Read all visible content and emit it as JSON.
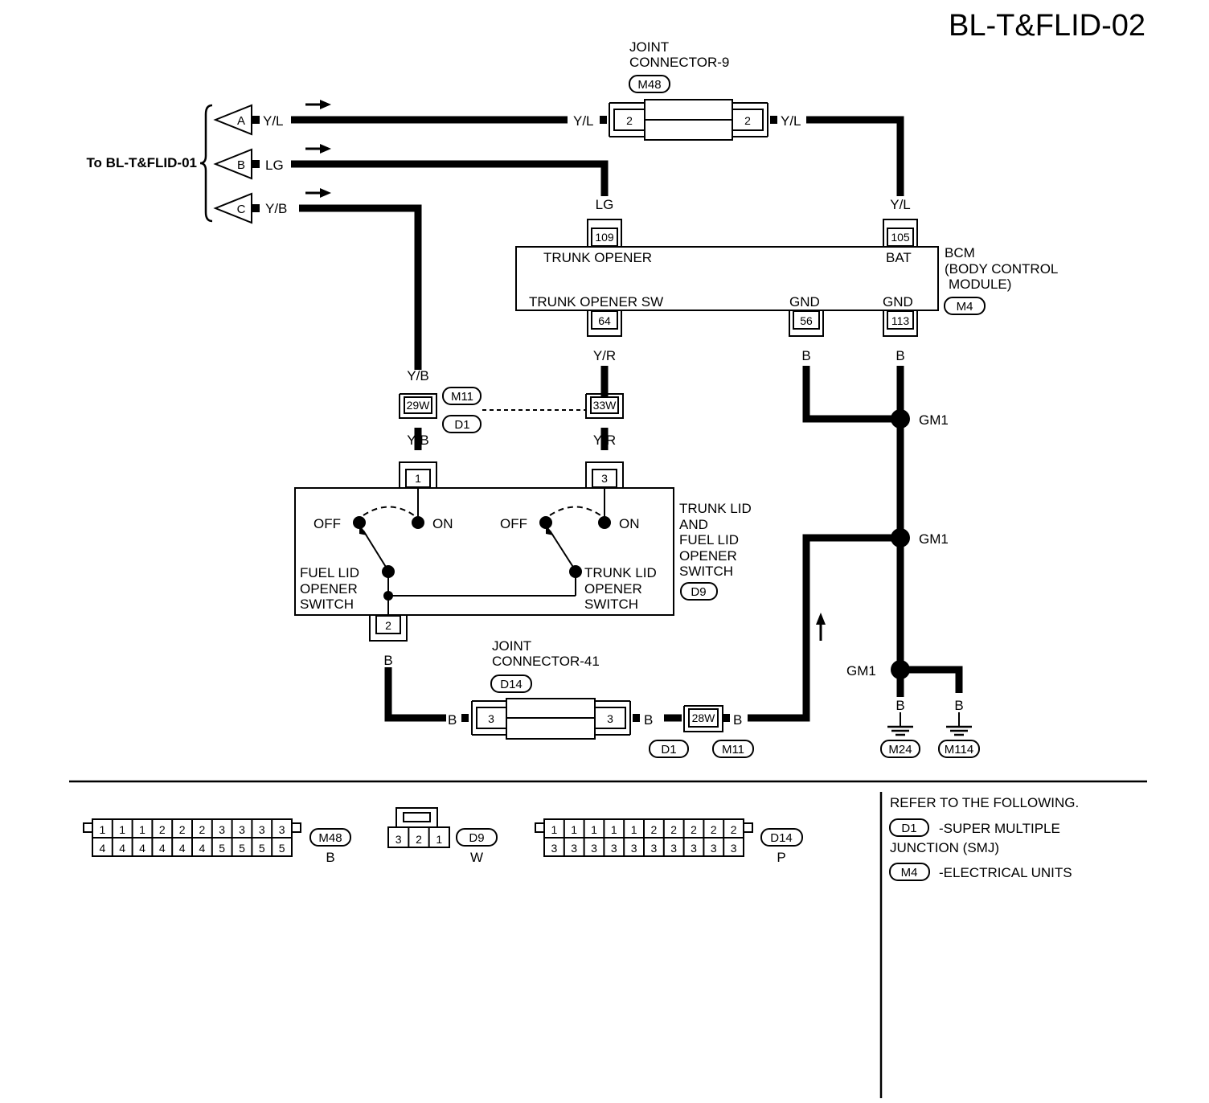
{
  "title": "BL-T&FLID-02",
  "to_label": "To BL-T&FLID-01",
  "terminals": [
    {
      "letter": "A",
      "color": "Y/L"
    },
    {
      "letter": "B",
      "color": "LG"
    },
    {
      "letter": "C",
      "color": "Y/B"
    }
  ],
  "joint9": {
    "name_l1": "JOINT",
    "name_l2": "CONNECTOR-9",
    "code": "M48",
    "pin_left": "2",
    "pin_right": "2",
    "wire_in": "Y/L",
    "wire_out": "Y/L"
  },
  "bcm": {
    "name_l1": "BCM",
    "name_l2": "(BODY CONTROL",
    "name_l3": "MODULE)",
    "code": "M4",
    "trunk_opener": "TRUNK OPENER",
    "bat": "BAT",
    "trunk_opener_sw": "TRUNK OPENER SW",
    "gnd": "GND",
    "pin_109": "109",
    "pin_105": "105",
    "pin_64": "64",
    "pin_56": "56",
    "pin_113": "113"
  },
  "wires": {
    "lg": "LG",
    "yl": "Y/L",
    "yb": "Y/B",
    "yr": "Y/R",
    "b": "B"
  },
  "smj": {
    "pin_left": "29W",
    "pin_right": "33W",
    "code_top": "M11",
    "code_bottom": "D1"
  },
  "switch": {
    "name": [
      "TRUNK LID",
      "AND",
      "FUEL LID",
      "OPENER",
      "SWITCH"
    ],
    "code": "D9",
    "pin1": "1",
    "pin3": "3",
    "pin2": "2",
    "off": "OFF",
    "on": "ON",
    "fuel_label": [
      "FUEL LID",
      "OPENER",
      "SWITCH"
    ],
    "trunk_label": [
      "TRUNK LID",
      "OPENER",
      "SWITCH"
    ]
  },
  "ground": {
    "gm1": "GM1",
    "m24": "M24",
    "m114": "M114"
  },
  "joint41": {
    "name_l1": "JOINT",
    "name_l2": "CONNECTOR-41",
    "code": "D14",
    "pin_left": "3",
    "pin_right": "3"
  },
  "bottom_conn": {
    "pin": "28W",
    "code_left": "D1",
    "code_right": "M11"
  },
  "legend": {
    "m48": {
      "code": "M48",
      "color": "B",
      "row1": [
        "1",
        "1",
        "1",
        "2",
        "2",
        "2",
        "3",
        "3",
        "3",
        "3"
      ],
      "row2": [
        "4",
        "4",
        "4",
        "4",
        "4",
        "4",
        "5",
        "5",
        "5",
        "5"
      ]
    },
    "d9": {
      "code": "D9",
      "color": "W",
      "row": [
        "3",
        "2",
        "1"
      ]
    },
    "d14": {
      "code": "D14",
      "color": "P",
      "row1": [
        "1",
        "1",
        "1",
        "1",
        "1",
        "2",
        "2",
        "2",
        "2",
        "2"
      ],
      "row2": [
        "3",
        "3",
        "3",
        "3",
        "3",
        "3",
        "3",
        "3",
        "3",
        "3"
      ]
    }
  },
  "refer": {
    "heading": "REFER TO THE FOLLOWING.",
    "d1_code": "D1",
    "d1_text": "-SUPER MULTIPLE",
    "d1_text2": "JUNCTION (SMJ)",
    "m4_code": "M4",
    "m4_text": "-ELECTRICAL UNITS"
  }
}
